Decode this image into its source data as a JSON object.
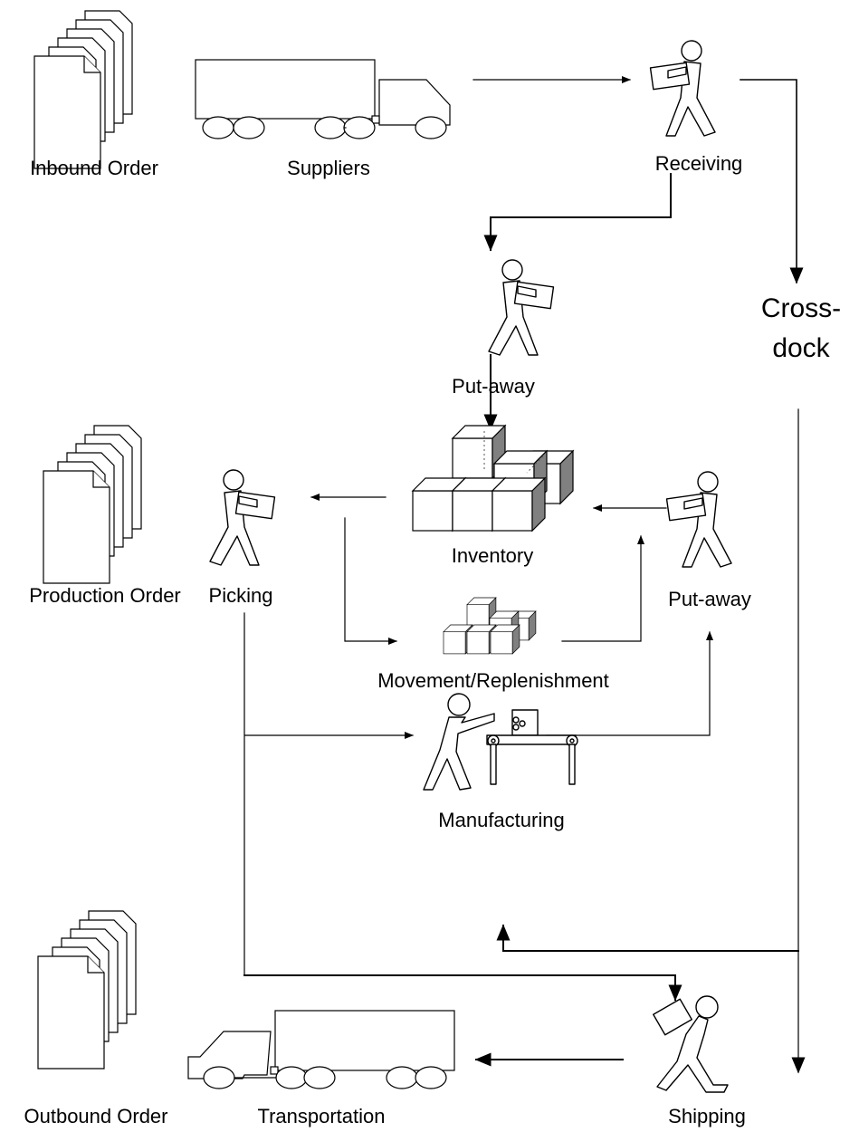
{
  "labels": {
    "inbound_order": "Inbound Order",
    "suppliers": "Suppliers",
    "receiving": "Receiving",
    "putaway_top": "Put-away",
    "crossdock_line1": "Cross-",
    "crossdock_line2": "dock",
    "production_order": "Production Order",
    "picking": "Picking",
    "inventory": "Inventory",
    "putaway_right": "Put-away",
    "movement": "Movement/Replenishment",
    "manufacturing": "Manufacturing",
    "outbound_order": "Outbound Order",
    "transportation": "Transportation",
    "shipping": "Shipping"
  },
  "colors": {
    "line": "#000000",
    "box_shade": "#808080",
    "background": "#ffffff"
  }
}
